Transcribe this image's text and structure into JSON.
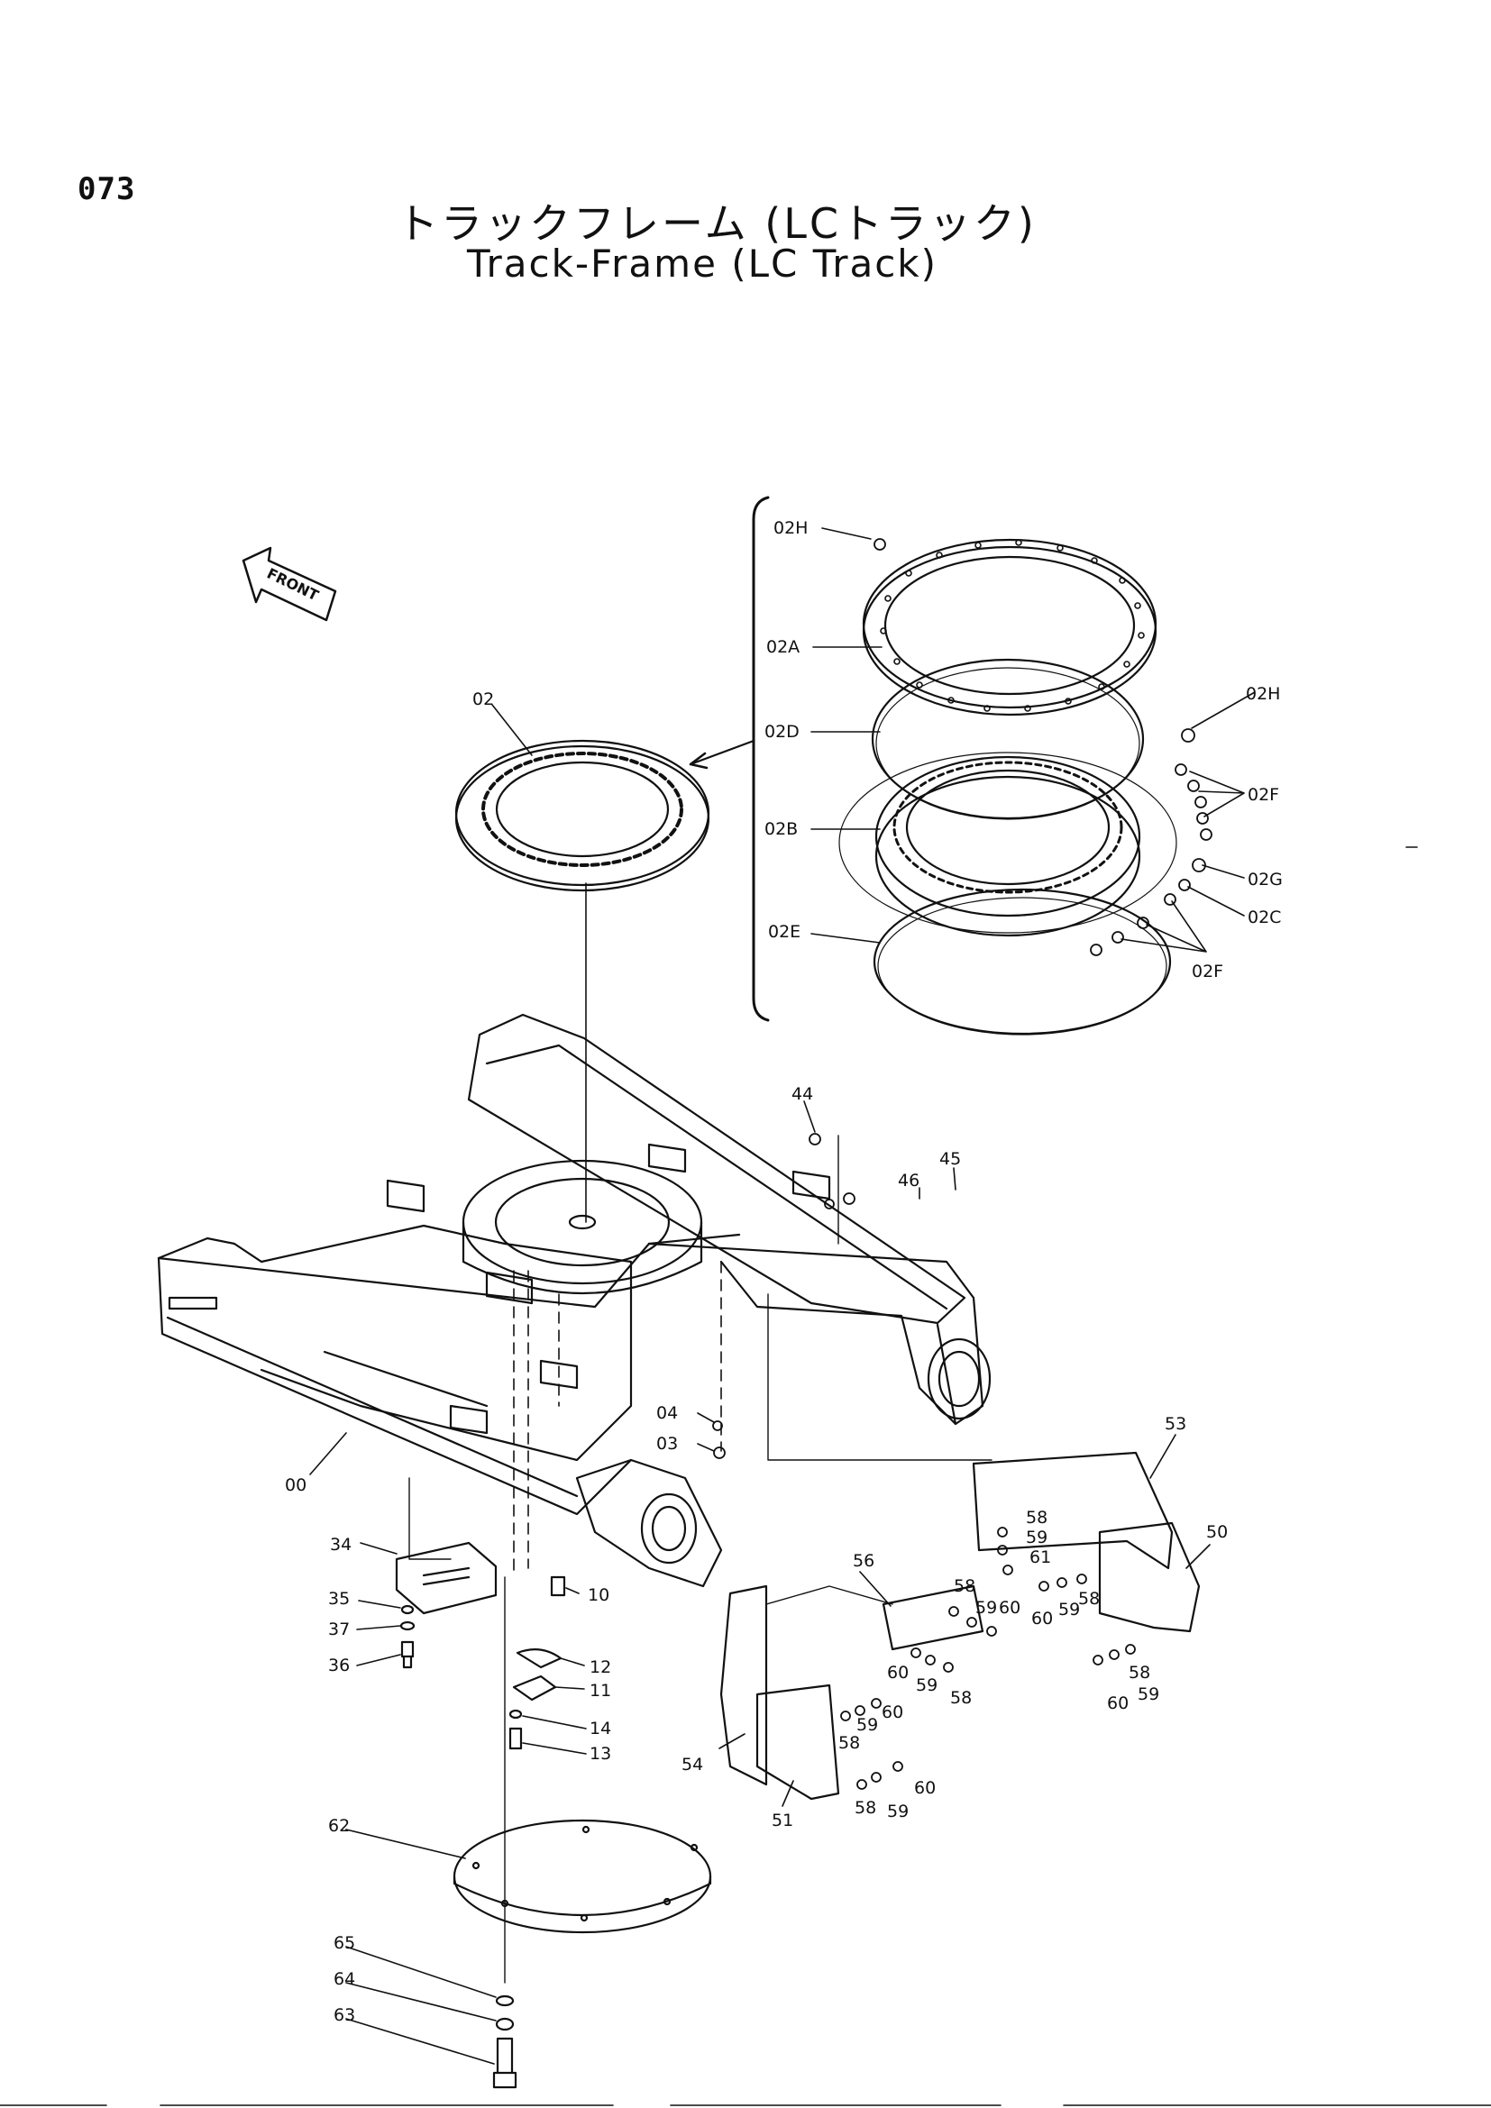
{
  "page_number": "073",
  "title_jp": "トラックフレーム (LCトラック)",
  "title_en": "Track-Frame (LC Track)",
  "front_label": "FRONT",
  "callouts": [
    "02H",
    "02A",
    "02D",
    "02B",
    "02E",
    "02",
    "02H",
    "02F",
    "02G",
    "02C",
    "02F",
    "44",
    "45",
    "46",
    "04",
    "03",
    "00",
    "34",
    "35",
    "37",
    "36",
    "10",
    "12",
    "11",
    "14",
    "13",
    "62",
    "65",
    "64",
    "63",
    "53",
    "50",
    "56",
    "58",
    "59",
    "61",
    "58",
    "59",
    "60",
    "60",
    "59",
    "58",
    "58",
    "59",
    "60",
    "60",
    "59",
    "58",
    "58",
    "59",
    "60",
    "58",
    "59",
    "60",
    "54",
    "51"
  ]
}
